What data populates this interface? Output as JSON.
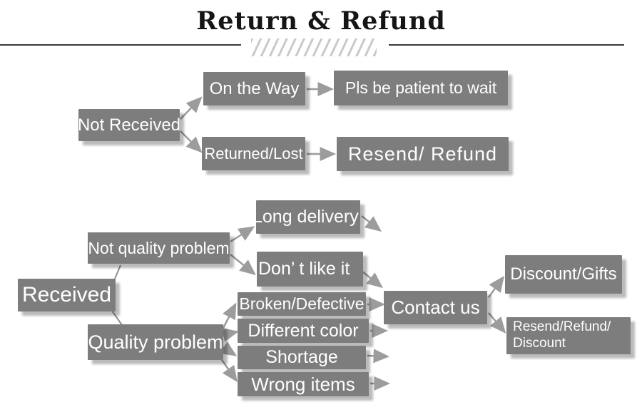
{
  "title": "Return & Refund",
  "palette": {
    "background": "#ffffff",
    "box_fill": "#7d7d7d",
    "box_text": "#ffffff",
    "arrow": "#9c9c9c",
    "rule": "#3a3a3a",
    "hatch": "#c9c9c9",
    "title_text": "#151515"
  },
  "nodes": {
    "not_received": "Not Received",
    "on_the_way": "On the Way",
    "pls_wait": "Pls be patient to wait",
    "returned_lost": "Returned/Lost",
    "resend_refund": "Resend/ Refund",
    "received": "Received",
    "not_quality_problem": "Not quality problem",
    "long_delivery": "Long delivery",
    "dont_like_it": "Don’ t like it",
    "quality_problem": "Quality problem",
    "broken_defective": "Broken/Defective",
    "different_color": "Different color",
    "shortage": "Shortage",
    "wrong_items": "Wrong items",
    "contact_us": "Contact us",
    "discount_gifts": "Discount/Gifts",
    "resend_refund_discount_line1": "Resend/Refund/",
    "resend_refund_discount_line2": "Discount"
  },
  "edges": [
    {
      "from": "not_received",
      "to": "on_the_way"
    },
    {
      "from": "not_received",
      "to": "returned_lost"
    },
    {
      "from": "on_the_way",
      "to": "pls_wait"
    },
    {
      "from": "returned_lost",
      "to": "resend_refund"
    },
    {
      "from": "received",
      "to": "not_quality_problem"
    },
    {
      "from": "received",
      "to": "quality_problem"
    },
    {
      "from": "not_quality_problem",
      "to": "long_delivery"
    },
    {
      "from": "not_quality_problem",
      "to": "dont_like_it"
    },
    {
      "from": "long_delivery",
      "to": "contact_us"
    },
    {
      "from": "dont_like_it",
      "to": "contact_us"
    },
    {
      "from": "quality_problem",
      "to": "broken_defective"
    },
    {
      "from": "quality_problem",
      "to": "different_color"
    },
    {
      "from": "quality_problem",
      "to": "shortage"
    },
    {
      "from": "quality_problem",
      "to": "wrong_items"
    },
    {
      "from": "broken_defective",
      "to": "contact_us"
    },
    {
      "from": "different_color",
      "to": "contact_us"
    },
    {
      "from": "shortage",
      "to": "contact_us"
    },
    {
      "from": "wrong_items",
      "to": "contact_us"
    },
    {
      "from": "contact_us",
      "to": "discount_gifts"
    },
    {
      "from": "contact_us",
      "to": "resend_refund_discount"
    }
  ]
}
